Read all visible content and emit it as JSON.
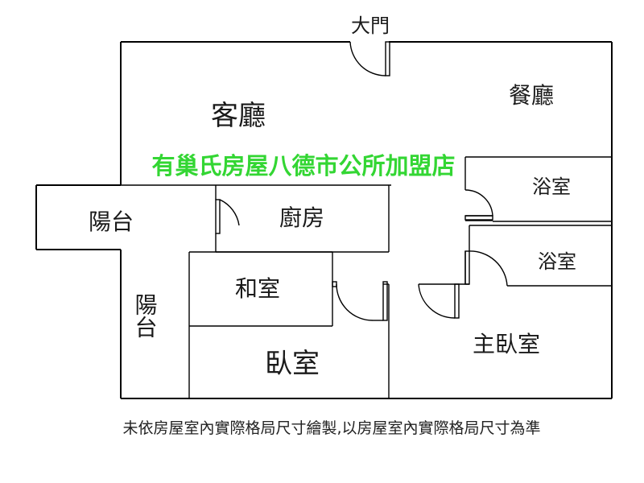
{
  "labels": {
    "entrance": "大門",
    "living_room": "客廳",
    "dining_room": "餐廳",
    "bathroom_1": "浴室",
    "bathroom_2": "浴室",
    "balcony_1": "陽台",
    "kitchen": "廚房",
    "japanese_room": "和室",
    "balcony_2": "陽台",
    "bedroom": "臥室",
    "master_bedroom": "主臥室"
  },
  "watermark": "有巢氏房屋八德市公所加盟店",
  "disclaimer": "未依房屋室內實際格局尺寸繪製,以房屋室內實際格局尺寸為準",
  "colors": {
    "watermark": "#33d633",
    "wall": "#000000"
  }
}
